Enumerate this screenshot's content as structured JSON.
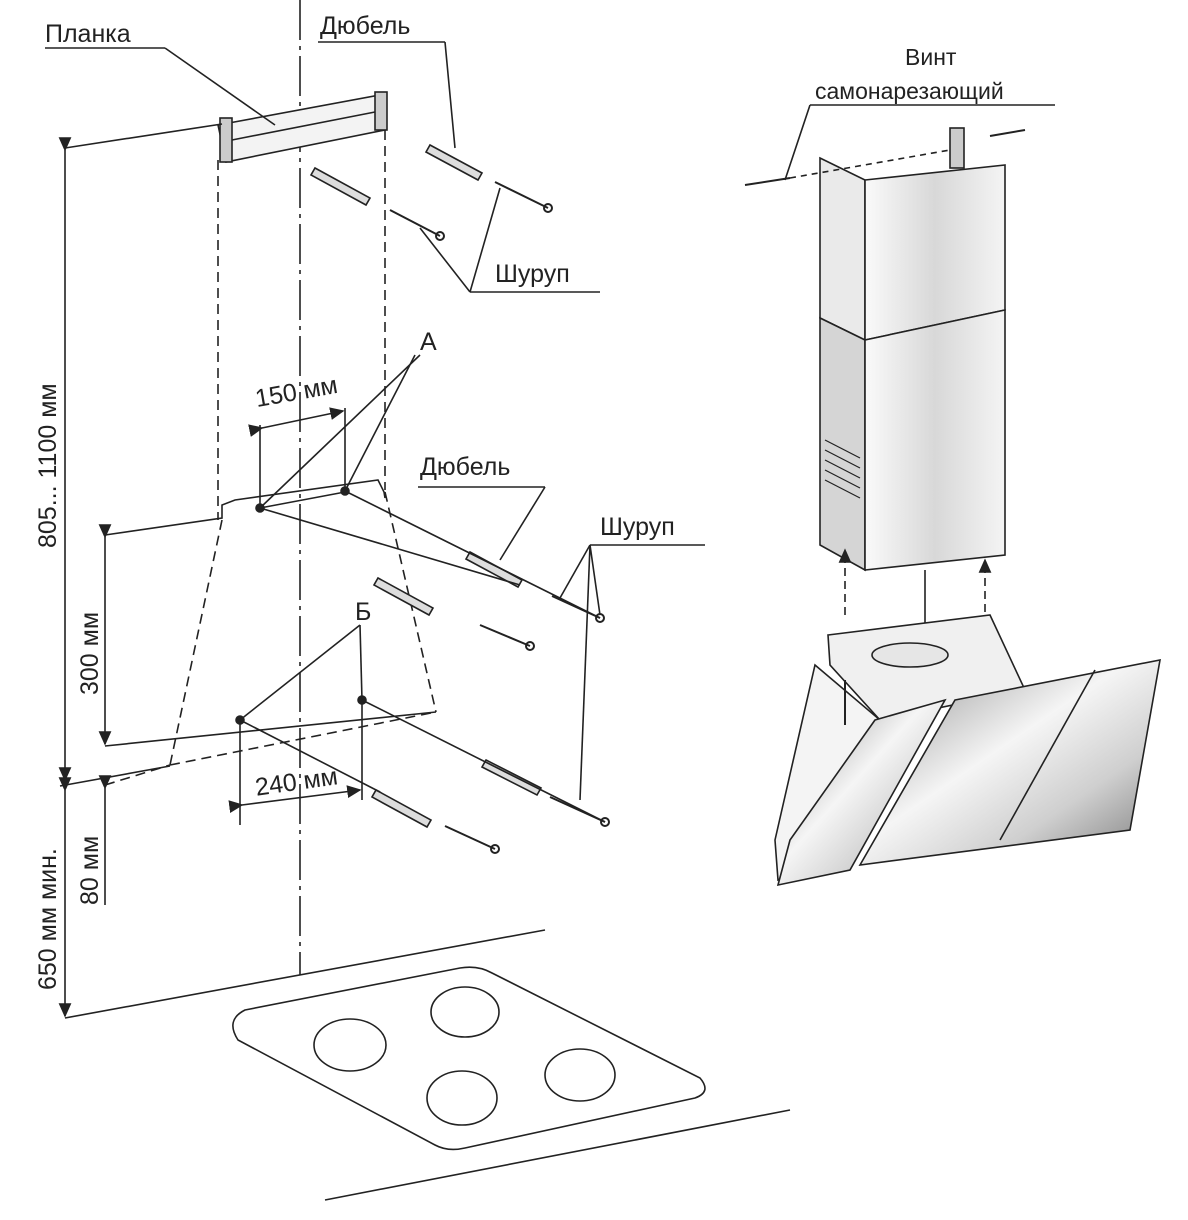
{
  "labels": {
    "planka": "Планка",
    "dubel_top": "Дюбель",
    "vint_line1": "Винт",
    "vint_line2": "самонарезающий",
    "shurup_top": "Шуруп",
    "point_a": "А",
    "dim_150": "150 мм",
    "dubel_mid": "Дюбель",
    "shurup_mid": "Шуруп",
    "point_b": "Б",
    "dim_240": "240 мм",
    "dim_805_1100": "805... 1100 мм",
    "dim_300": "300 мм",
    "dim_650": "650 мм мин.",
    "dim_80": "80 мм"
  },
  "colors": {
    "line": "#222222",
    "metal_light": "#e6e6e6",
    "metal_dark": "#9a9a9a"
  }
}
